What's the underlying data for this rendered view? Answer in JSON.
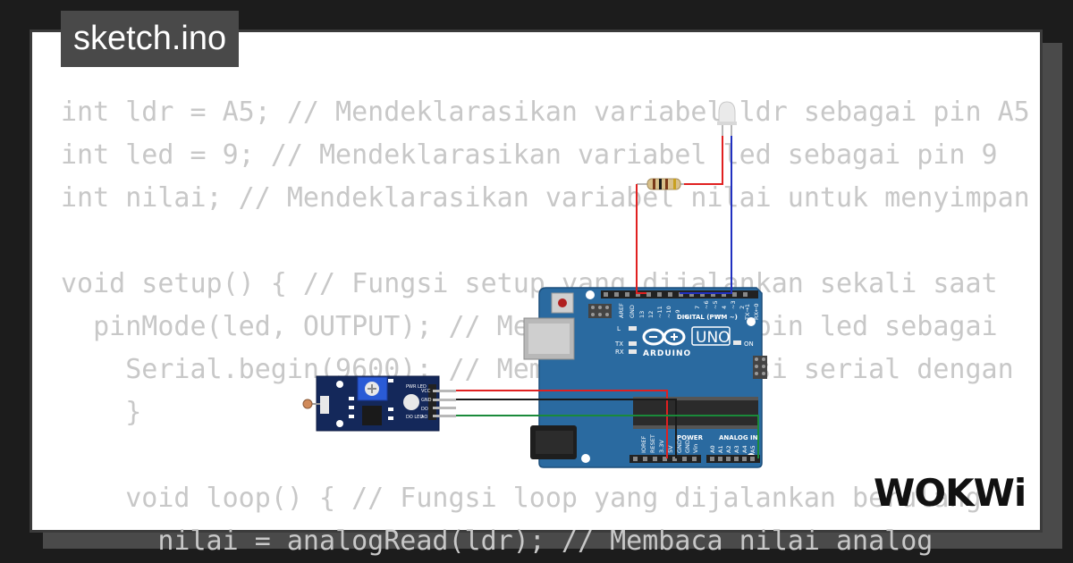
{
  "header": {
    "title": "sketch.ino"
  },
  "code": {
    "lines": [
      "int ldr = A5; // Mendeklarasikan variabel ldr sebagai pin A5",
      "int led = 9; // Mendeklarasikan variabel led sebagai pin 9",
      "int nilai; // Mendeklarasikan variabel nilai untuk menyimpan",
      "",
      "void setup() { // Fungsi setup yang dijalankan sekali saat",
      "  pinMode(led, OUTPUT); // Mengatur fungsi pin led sebagai",
      "    Serial.begin(9600); // Memulai komunikasi serial dengan",
      "    }",
      "",
      "    void loop() { // Fungsi loop yang dijalankan berulang",
      "      nilai = analogRead(ldr); // Membaca nilai analog"
    ]
  },
  "board": {
    "logo_text": "UNO",
    "brand": "ARDUINO",
    "digital_label": "DIGITAL (PWM ~)",
    "power_label": "POWER",
    "analog_label": "ANALOG IN",
    "led_l": "L",
    "led_tx": "TX",
    "led_rx": "RX",
    "led_on": "ON",
    "aref": "AREF",
    "gnd": "GND",
    "digital_pins": [
      "13",
      "12",
      "~11",
      "~10",
      "~9",
      "8",
      "7",
      "~6",
      "~5",
      "4",
      "~3",
      "2",
      "TX→1",
      "RX←0"
    ],
    "power_pins": [
      "IOREF",
      "RESET",
      "3.3V",
      "5V",
      "GND",
      "GND",
      "Vin"
    ],
    "analog_pins": [
      "A0",
      "A1",
      "A2",
      "A3",
      "A4",
      "A5"
    ]
  },
  "sensor": {
    "pins": [
      "VCC",
      "GND",
      "DO",
      "AO"
    ],
    "pwr_label": "PWR LED",
    "do_label": "DO LED"
  },
  "brand_logo": {
    "text": "WOKWi"
  },
  "colors": {
    "board": "#2a6aa0",
    "wire_red": "#e02020",
    "wire_blue": "#2030c0",
    "wire_black": "#1a1a1a",
    "wire_green": "#1a8a3a",
    "sensor": "#14285a"
  }
}
